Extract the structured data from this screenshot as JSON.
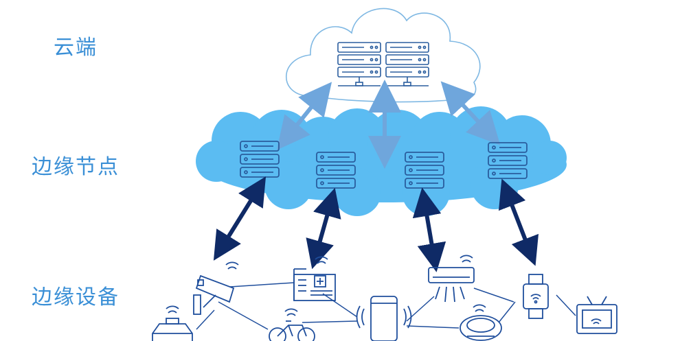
{
  "labels": {
    "cloud": "云端",
    "edge_nodes": "边缘节点",
    "edge_devices": "边缘设备"
  },
  "nodes": {
    "cloud_servers": [
      "server-rack-left",
      "server-rack-right"
    ],
    "edge_servers": [
      "edge-server-1",
      "edge-server-2",
      "edge-server-3",
      "edge-server-4"
    ],
    "devices": [
      "cctv-camera",
      "hospital-building",
      "phone",
      "air-conditioner",
      "smartwatch",
      "taxi",
      "bicycle",
      "robot-vacuum",
      "smart-tv"
    ]
  },
  "colors": {
    "label": "#3a8fd6",
    "cloud_outline": "#7fb8e3",
    "edge_cloud_fill": "#5bbcf2",
    "device_stroke": "#1f4e9c",
    "server_stroke": "#2a5d9e",
    "light_arrow": "#6fa6dc",
    "dark_arrow": "#0f2a66"
  }
}
